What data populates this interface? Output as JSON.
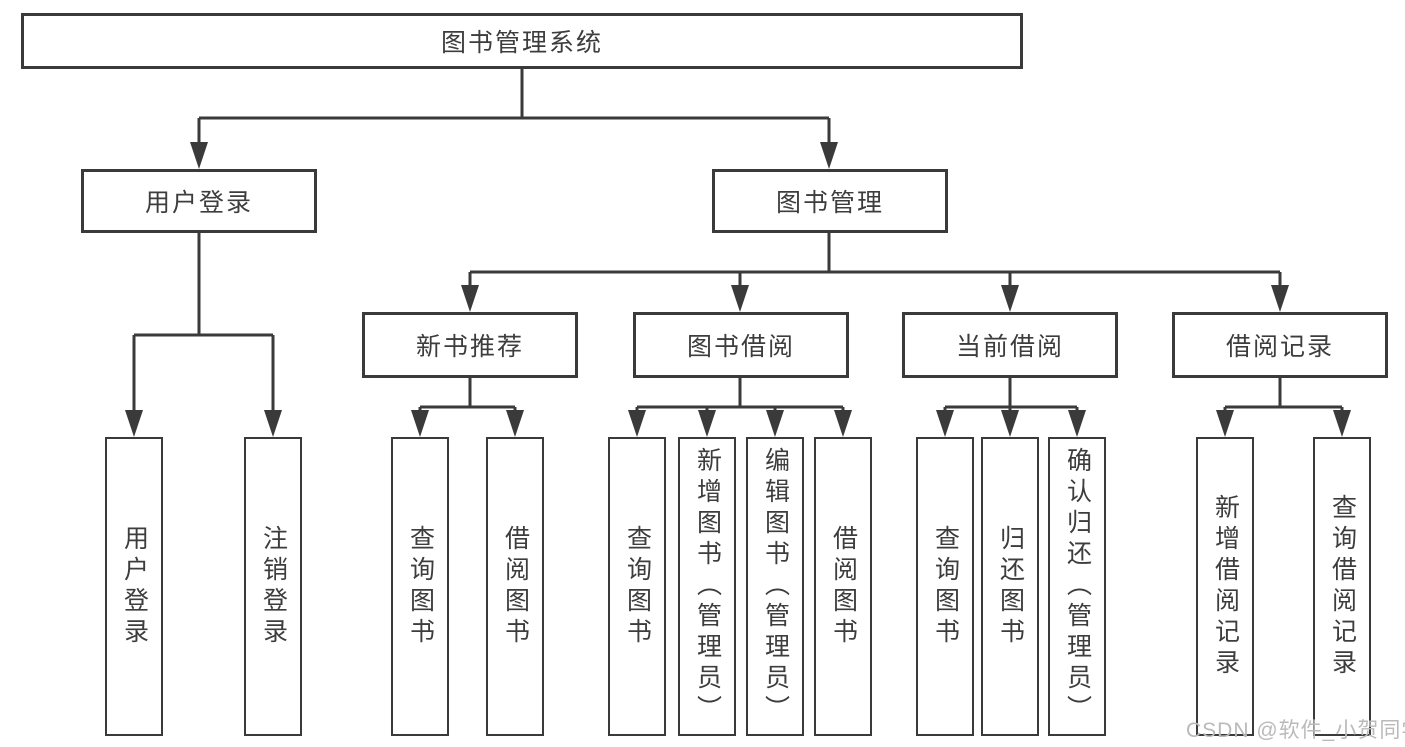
{
  "colors": {
    "line": "#3a3a3a",
    "text": "#3d3d3d",
    "box_background": "#ffffff",
    "watermark": "#bababa"
  },
  "watermark": {
    "text": "CSDN @软件_小贺同学"
  },
  "tree": {
    "root": {
      "label": "图书管理系统"
    },
    "level2": [
      {
        "label": "用户登录"
      },
      {
        "label": "图书管理"
      }
    ],
    "level3": [
      {
        "label": "新书推荐"
      },
      {
        "label": "图书借阅"
      },
      {
        "label": "当前借阅"
      },
      {
        "label": "借阅记录"
      }
    ],
    "leaves": {
      "user_login": [
        "用户登录",
        "注销登录"
      ],
      "new_book": [
        "查询图书",
        "借阅图书"
      ],
      "book_borrow": [
        "查询图书",
        "新增图书（管理员）",
        "编辑图书（管理员）",
        "借阅图书"
      ],
      "current_borrow": [
        "查询图书",
        "归还图书",
        "确认归还（管理员）"
      ],
      "borrow_records": [
        "新增借阅记录",
        "查询借阅记录"
      ]
    }
  }
}
